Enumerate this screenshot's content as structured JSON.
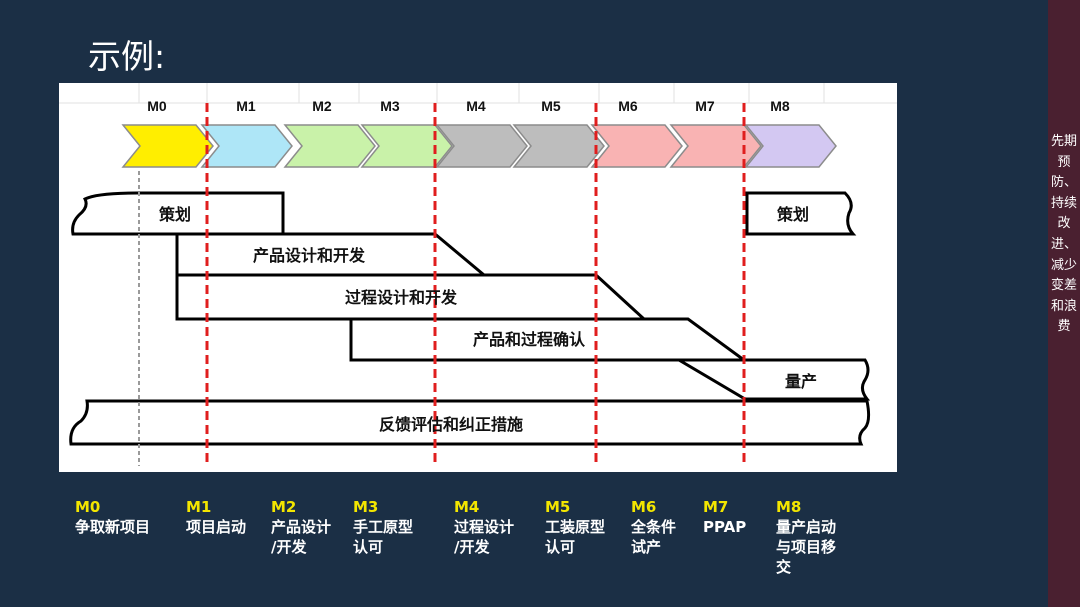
{
  "title": "示例:",
  "sidebar_text": "先期预防、持续改进、减少变差和浪费",
  "colors": {
    "background": "#1b2f45",
    "sidebar": "#4a2030",
    "milestone_code": "#f3e600",
    "dashed_line": "#e01e1e"
  },
  "diagram": {
    "milestones": [
      {
        "label": "M0",
        "color": "#ffee00"
      },
      {
        "label": "M1",
        "color": "#aee6f7"
      },
      {
        "label": "M2",
        "color": "#c9f2a9"
      },
      {
        "label": "M3",
        "color": "#c9f2a9"
      },
      {
        "label": "M4",
        "color": "#bdbdbd"
      },
      {
        "label": "M5",
        "color": "#bdbdbd"
      },
      {
        "label": "M6",
        "color": "#f9b3b3"
      },
      {
        "label": "M7",
        "color": "#f9b3b3"
      },
      {
        "label": "M8",
        "color": "#d3c8f2"
      }
    ],
    "phases": {
      "plan": "策划",
      "product_design": "产品设计和开发",
      "process_design": "过程设计和开发",
      "validation": "产品和过程确认",
      "plan_repeat": "策划",
      "mass_production": "量产",
      "feedback": "反馈评估和纠正措施"
    }
  },
  "milestone_legend": [
    {
      "code": "M0",
      "desc": [
        "争取新项目"
      ]
    },
    {
      "code": "M1",
      "desc": [
        "项目启动"
      ]
    },
    {
      "code": "M2",
      "desc": [
        "产品设计",
        "/开发"
      ]
    },
    {
      "code": "M3",
      "desc": [
        "手工原型",
        "认可"
      ]
    },
    {
      "code": "M4",
      "desc": [
        "过程设计",
        "/开发"
      ]
    },
    {
      "code": "M5",
      "desc": [
        "工装原型",
        "认可"
      ]
    },
    {
      "code": "M6",
      "desc": [
        "全条件",
        "试产"
      ]
    },
    {
      "code": "M7",
      "desc": [
        "PPAP"
      ]
    },
    {
      "code": "M8",
      "desc": [
        "量产启动",
        "与项目移",
        "交"
      ]
    }
  ]
}
